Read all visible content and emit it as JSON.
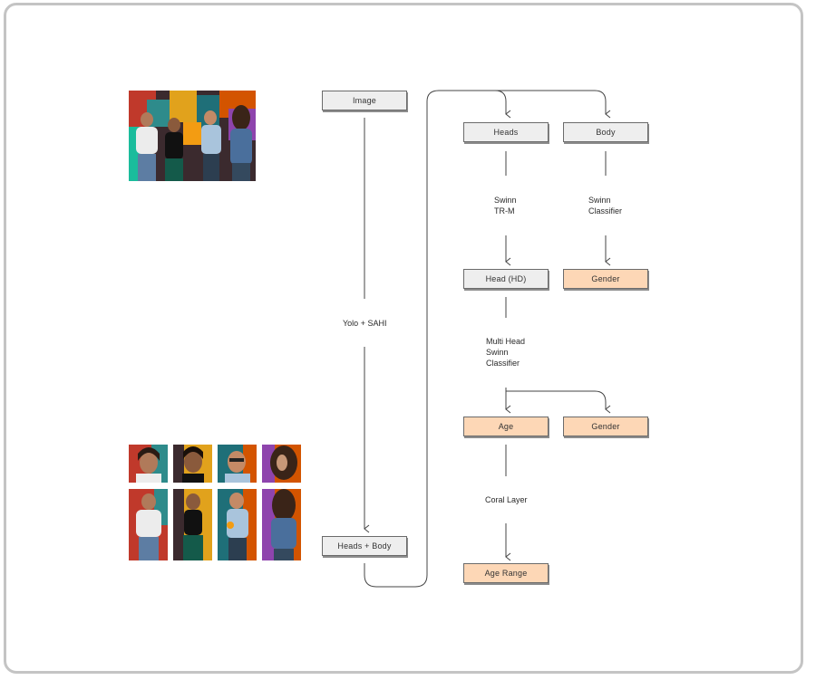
{
  "nodes": {
    "image": "Image",
    "heads_body": "Heads + Body",
    "heads": "Heads",
    "body": "Body",
    "head_hd": "Head (HD)",
    "gender_body": "Gender",
    "age": "Age",
    "gender_head": "Gender",
    "age_range": "Age Range"
  },
  "edge_labels": {
    "yolo": "Yolo + SAHI",
    "swinn_trm": "Swinn\nTR-M",
    "swinn_classifier": "Swinn\nClassifier",
    "multi_head": "Multi Head\nSwinn\nClassifier",
    "coral": "Coral Layer"
  },
  "colors": {
    "grey_node": "#eeeeee",
    "peach_node": "#fdd7b6",
    "wire": "#444444"
  },
  "images": {
    "group_photo": "group-photo",
    "crops": [
      "head-crop-1",
      "head-crop-2",
      "head-crop-3",
      "head-crop-4",
      "body-crop-1",
      "body-crop-2",
      "body-crop-3",
      "body-crop-4"
    ]
  }
}
